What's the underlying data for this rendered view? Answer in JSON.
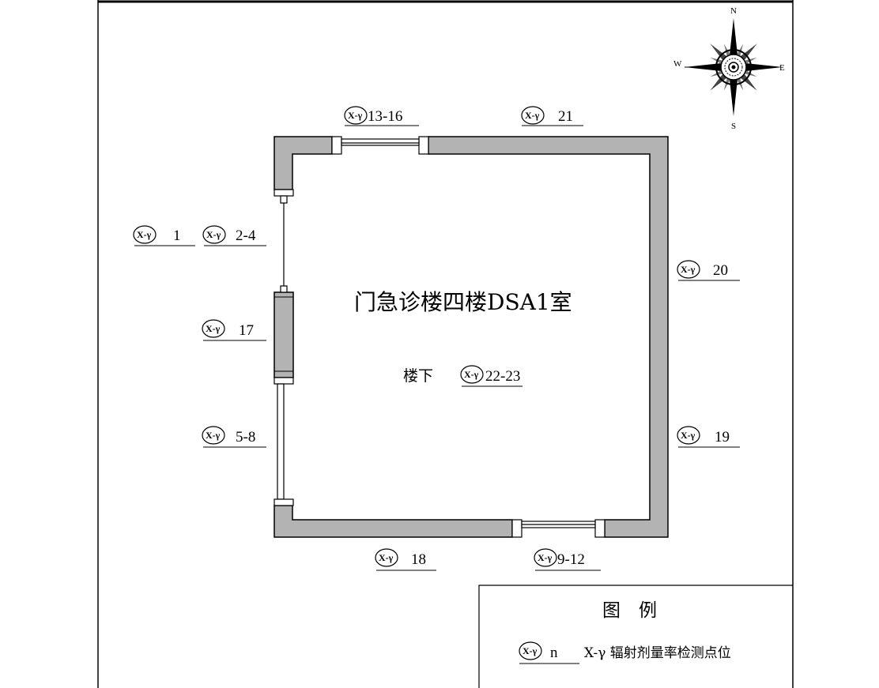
{
  "room_title": "门急诊楼四楼DSA1室",
  "below_label": "楼下",
  "marker_symbol": "X-γ",
  "points": [
    {
      "id": "p1",
      "label": "1"
    },
    {
      "id": "p2",
      "label": "2-4"
    },
    {
      "id": "p13",
      "label": "13-16"
    },
    {
      "id": "p21",
      "label": "21"
    },
    {
      "id": "p20",
      "label": "20"
    },
    {
      "id": "p17",
      "label": "17"
    },
    {
      "id": "p22",
      "label": "22-23"
    },
    {
      "id": "p5",
      "label": "5-8"
    },
    {
      "id": "p19",
      "label": "19"
    },
    {
      "id": "p18",
      "label": "18"
    },
    {
      "id": "p9",
      "label": "9-12"
    }
  ],
  "compass": {
    "n": "N",
    "s": "S",
    "e": "E",
    "w": "W"
  },
  "legend": {
    "title": "图　例",
    "item_symbol": "n",
    "item_desc": "X-γ 辐射剂量率检测点位"
  },
  "colors": {
    "wall": "#b3b3b3",
    "line": "#000000"
  }
}
